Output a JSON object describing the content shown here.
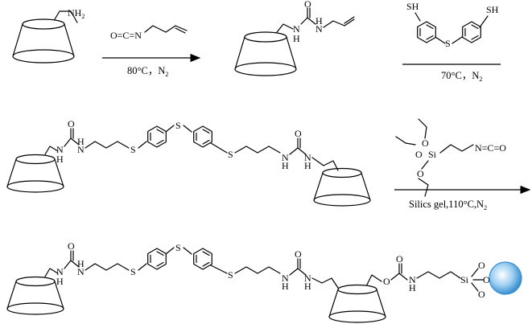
{
  "labels": {
    "nh2": "NH",
    "nh2_sub": "2",
    "O": "O",
    "N": "N",
    "H": "H",
    "S": "S",
    "Si": "Si",
    "SH": "SH",
    "ocn_reagent": "O=C=N",
    "nco_tail": "N=C=O"
  },
  "conditions": {
    "step1": "80°C，N",
    "step1_sub": "2",
    "step2": "70°C，N",
    "step2_sub": "2",
    "step3": "Silics gel,110°C,N",
    "step3_sub": "2"
  },
  "colors": {
    "ink": "#000000",
    "sphere_outer": "#3a8fd0",
    "sphere_inner": "#cfe8fa"
  }
}
